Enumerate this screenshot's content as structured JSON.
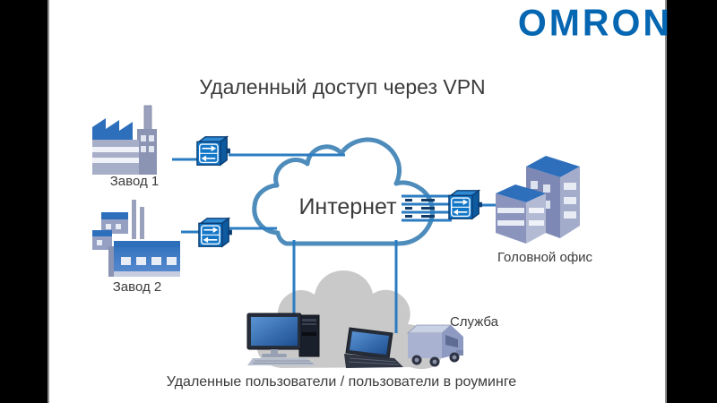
{
  "brand": {
    "name": "OMRON",
    "color": "#0566B1"
  },
  "slide": {
    "title": "Удаленный доступ через VPN",
    "background": "#FFFFFF",
    "letterbox_color": "#000000"
  },
  "diagram": {
    "cloud": {
      "label": "Интернет",
      "stroke_color": "#4E8CBB"
    },
    "users_cloud": {
      "fill_color": "#C9C9C9"
    },
    "line_color": "#2B7CC2",
    "nodes": [
      {
        "id": "factory1",
        "label": "Завод 1",
        "icon": "factory-icon"
      },
      {
        "id": "factory2",
        "label": "Завод 2",
        "icon": "factory-icon"
      },
      {
        "id": "head_office",
        "label": "Головной офис",
        "icon": "office-building-icon"
      },
      {
        "id": "service",
        "label": "Служба",
        "icon": "service-van-icon"
      },
      {
        "id": "remote_users",
        "label": "Удаленные пользователи / пользователи в роуминге",
        "icon": "desktop-computer-icon laptop-icon"
      }
    ],
    "routers": {
      "icon": "vpn-router-icon",
      "count": 3
    }
  }
}
